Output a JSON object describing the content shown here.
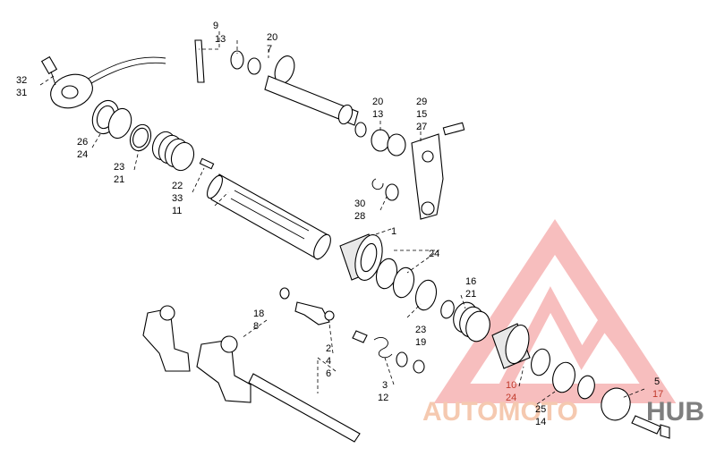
{
  "watermark": {
    "word_left": "AUTOMOTO",
    "word_right": "HUB",
    "color_primary": "#f5a9a9",
    "color_secondary": "#f2b896",
    "color_dark": "#555555"
  },
  "callouts": {
    "c9": "9",
    "c13a": "13",
    "c20a": "20",
    "c7": "7",
    "c32": "32",
    "c31": "31",
    "c20b": "20",
    "c13b": "13",
    "c29": "29",
    "c15": "15",
    "c27": "27",
    "c26": "26",
    "c24a": "24",
    "c23a": "23",
    "c21a": "21",
    "c22": "22",
    "c33": "33",
    "c11": "11",
    "c30": "30",
    "c28": "28",
    "c1": "1",
    "c24b": "24",
    "c16": "16",
    "c21b": "21",
    "c18": "18",
    "c8": "8",
    "c23b": "23",
    "c19": "19",
    "c2": "2",
    "c4": "4",
    "c6": "6",
    "c3": "3",
    "c12": "12",
    "c10": "10",
    "c24c": "24",
    "c5": "5",
    "c17": "17",
    "c25": "25",
    "c14": "14"
  }
}
